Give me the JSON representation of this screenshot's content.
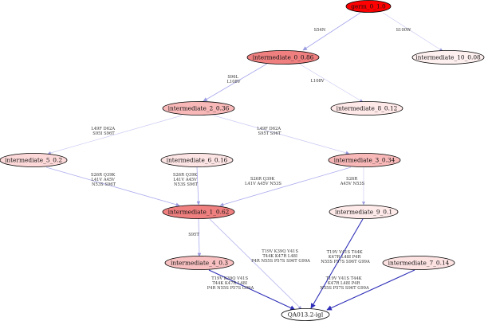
{
  "diagram": {
    "nodes": [
      {
        "id": "germ",
        "label": "germ_0_1.0",
        "fill": "#ff0000"
      },
      {
        "id": "i0",
        "label": "intermediate_0_0.86",
        "fill": "#f08080"
      },
      {
        "id": "i10",
        "label": "intermediate_10_0.08",
        "fill": "#fff0f0"
      },
      {
        "id": "i2",
        "label": "intermediate_2_0.36",
        "fill": "#f8b8b8"
      },
      {
        "id": "i8",
        "label": "intermediate_8_0.12",
        "fill": "#ffe8e8"
      },
      {
        "id": "i5",
        "label": "intermediate_5_0.2",
        "fill": "#fcd8d8"
      },
      {
        "id": "i6",
        "label": "intermediate_6_0.16",
        "fill": "#fde4e4"
      },
      {
        "id": "i3",
        "label": "intermediate_3_0.34",
        "fill": "#f8b8b8"
      },
      {
        "id": "i1",
        "label": "intermediate_1_0.62",
        "fill": "#f08080"
      },
      {
        "id": "i9",
        "label": "intermediate_9_0.1",
        "fill": "#ffeaea"
      },
      {
        "id": "i4",
        "label": "intermediate_4_0.3",
        "fill": "#f8c0c0"
      },
      {
        "id": "i7",
        "label": "intermediate_7_0.14",
        "fill": "#fde2e2"
      },
      {
        "id": "qa",
        "label": "QA013.2-igl",
        "fill": "#ffffff"
      }
    ],
    "edges": [
      {
        "id": "germ-i0",
        "lines": [
          "S54N"
        ]
      },
      {
        "id": "germ-i10",
        "lines": [
          "S100W"
        ]
      },
      {
        "id": "i0-i2",
        "lines": [
          "S96L",
          "L108V"
        ]
      },
      {
        "id": "i0-i8",
        "lines": [
          "L108V"
        ]
      },
      {
        "id": "i2-i5",
        "lines": [
          "L49F D62A",
          "S95I S96T"
        ]
      },
      {
        "id": "i2-i3",
        "lines": [
          "L49F D62A",
          "S95T S96T"
        ]
      },
      {
        "id": "i5-i1",
        "lines": [
          "S26R Q39K",
          "L41V A45V",
          "N53S S96T"
        ]
      },
      {
        "id": "i6-i1",
        "lines": [
          "S26R Q39K",
          "L41V A45V",
          "N53S S96T"
        ]
      },
      {
        "id": "i3-i1",
        "lines": [
          "S26R Q39K",
          "L41V A45V N53S"
        ]
      },
      {
        "id": "i3-i9",
        "lines": [
          "S26R",
          "A45V N53S"
        ]
      },
      {
        "id": "i1-i4",
        "lines": [
          "S95T"
        ]
      },
      {
        "id": "i1-qa",
        "lines": [
          "T19V K39Q V41S",
          "T44K K47R L48I",
          "P4R N55S P57S S96T G99A"
        ]
      },
      {
        "id": "i4-qa",
        "lines": [
          "T19V K39Q V41S",
          "T44K K47R L48I",
          "P4R N55S P57S G99A"
        ]
      },
      {
        "id": "i9-qa",
        "lines": [
          "T19V V41S T44K",
          "K47R L48I P4R",
          "N55S P57S S96T G99A"
        ]
      },
      {
        "id": "i7-qa",
        "lines": [
          "T19V V41S T44K",
          "K47R L48I P4R",
          "N55S P57S S96T G99A"
        ]
      }
    ]
  }
}
